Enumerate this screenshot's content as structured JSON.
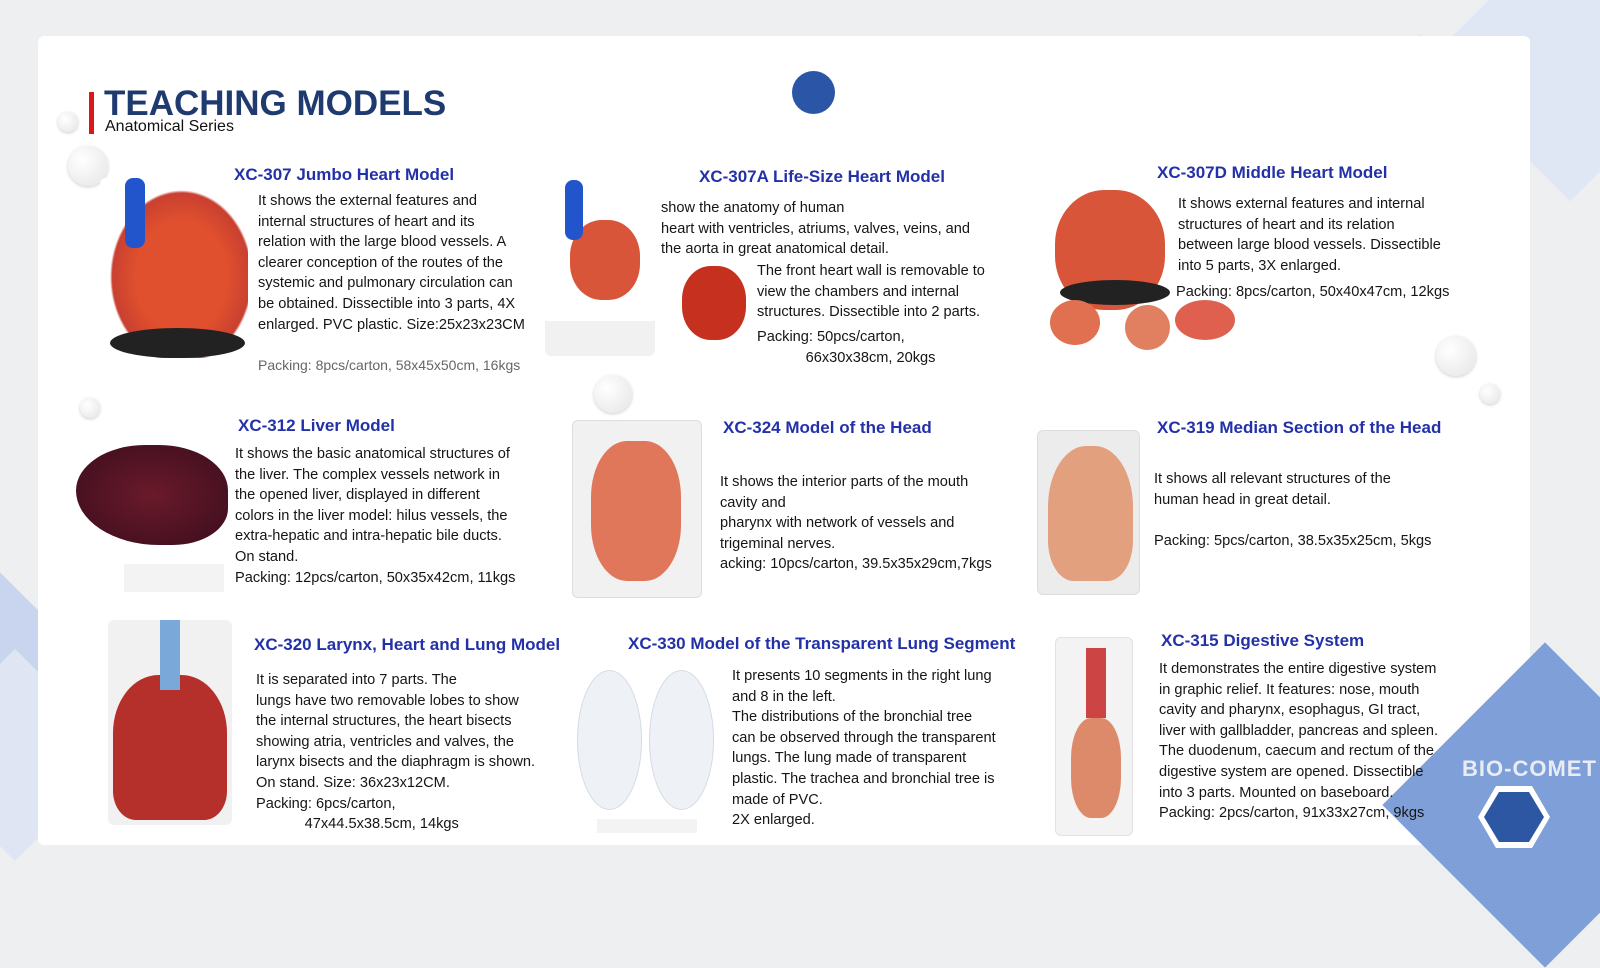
{
  "header": {
    "title": "TEACHING MODELS",
    "subtitle": "Anatomical Series"
  },
  "brand": {
    "name": "BIO-COMET",
    "accent": "#2331a8",
    "bar": "#d7191c",
    "dot": "#2b56a8"
  },
  "products": [
    {
      "title": "XC-307 Jumbo Heart Model",
      "body": "It shows the external features and\ninternal structures of heart and its\nrelation with the large blood vessels. A\nclearer conception of the routes of the\nsystemic and pulmonary circulation can\nbe obtained. Dissectible into 3 parts, 4X\nenlarged.  PVC plastic. Size:25x23x23CM",
      "packing": "Packing: 8pcs/carton, 58x45x50cm, 16kgs"
    },
    {
      "title": "XC-307A Life-Size Heart Model",
      "body": "show the anatomy of human\nheart with ventricles, atriums, valves, veins, and\nthe aorta in great anatomical detail.",
      "body2": "The front heart wall is removable to\nview the chambers and internal\nstructures. Dissectible into 2 parts.",
      "packing": "Packing: 50pcs/carton,\n            66x30x38cm, 20kgs"
    },
    {
      "title": "XC-307D Middle Heart Model",
      "body": "It shows external features and internal\nstructures of heart and its relation\nbetween large blood vessels. Dissectible\ninto 5 parts, 3X enlarged.",
      "packing": "Packing: 8pcs/carton, 50x40x47cm, 12kgs"
    },
    {
      "title": "XC-312 Liver Model",
      "body": "It shows the basic anatomical structures of\nthe liver. The complex vessels network in\nthe opened liver, displayed in different\ncolors in the liver model: hilus vessels, the\nextra-hepatic and intra-hepatic bile ducts.\nOn stand.\nPacking: 12pcs/carton, 50x35x42cm, 11kgs"
    },
    {
      "title": "XC-324 Model of the Head",
      "body": "It shows the interior parts of the mouth\ncavity and\npharynx with network of vessels and\ntrigeminal nerves.\nacking: 10pcs/carton, 39.5x35x29cm,7kgs"
    },
    {
      "title": "XC-319 Median Section of the Head",
      "body": "It shows all relevant structures of the\nhuman head in great detail.",
      "packing": "Packing: 5pcs/carton, 38.5x35x25cm, 5kgs"
    },
    {
      "title": "XC-320 Larynx, Heart and Lung Model",
      "body": "It is separated into 7 parts. The\nlungs have two removable lobes to show\nthe internal structures, the heart bisects\nshowing atria, ventricles and valves, the\nlarynx bisects and the diaphragm is shown.\nOn stand. Size: 36x23x12CM.\nPacking: 6pcs/carton,\n            47x44.5x38.5cm, 14kgs"
    },
    {
      "title": "XC-330 Model of the Transparent Lung Segment",
      "body": "It presents 10 segments in the right lung\nand 8 in the left.\nThe distributions of the bronchial tree\ncan be observed through the transparent\nlungs. The lung made of transparent\nplastic. The trachea and bronchial tree is\nmade of PVC.\n2X enlarged."
    },
    {
      "title": "XC-315 Digestive System",
      "body": "It demonstrates the entire digestive system\nin graphic relief. It features: nose, mouth\ncavity and pharynx, esophagus, GI tract,\nliver with gallbladder, pancreas and spleen.\nThe duodenum, caecum and rectum of the\ndigestive system are opened. Dissectible\ninto 3 parts. Mounted on baseboard.\nPacking: 2pcs/carton, 91x33x27cm, 9kgs"
    }
  ]
}
